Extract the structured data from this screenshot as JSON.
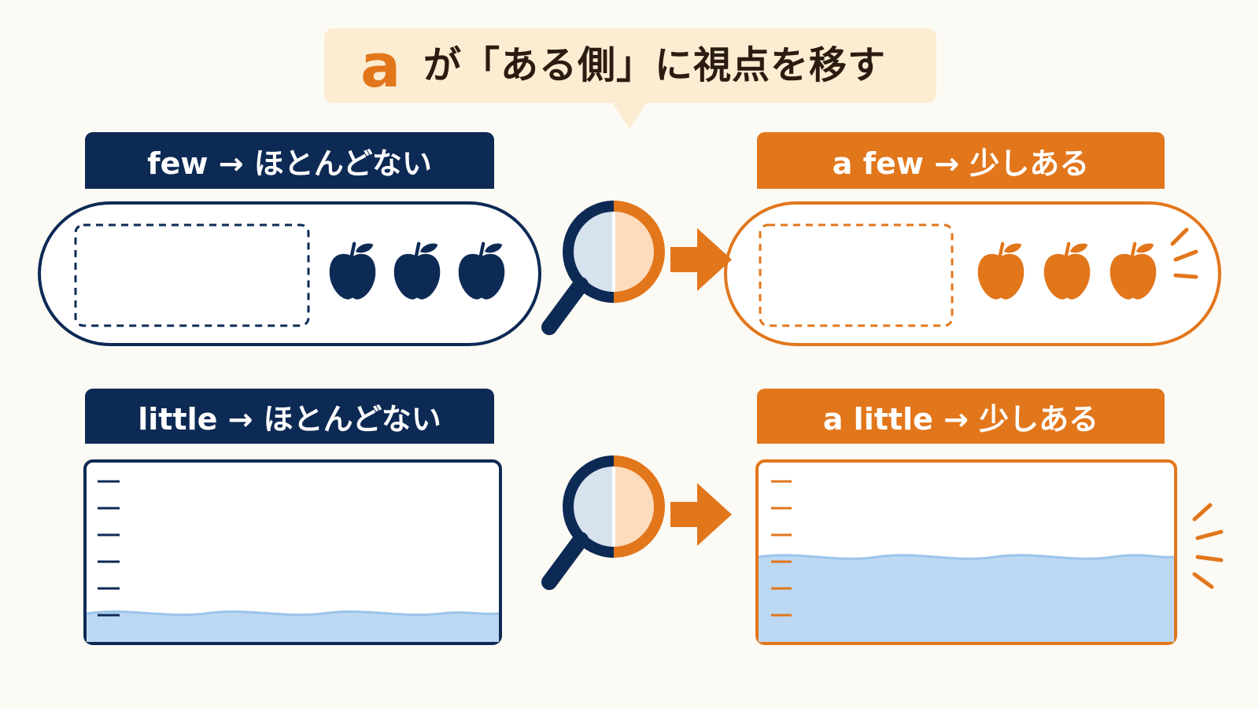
{
  "title": {
    "letter": "a",
    "text": "が「ある側」に視点を移す"
  },
  "labels": {
    "few": "few → ほとんどない",
    "a_few": "a few → 少しある",
    "little": "little → ほとんどない",
    "a_little": "a little → 少しある"
  },
  "colors": {
    "navy": "#0d2a55",
    "orange": "#e2761b",
    "water": "#bcd8f2",
    "bubble": "#fbecd2",
    "background": "#fcfaf4"
  },
  "quantities": {
    "little_water_level": 0.13,
    "a_little_water_level": 0.47,
    "apple_count_each": 3
  },
  "icons": [
    "apple-icon",
    "magnifier-icon",
    "arrow-right-icon",
    "emphasis-lines-icon"
  ]
}
